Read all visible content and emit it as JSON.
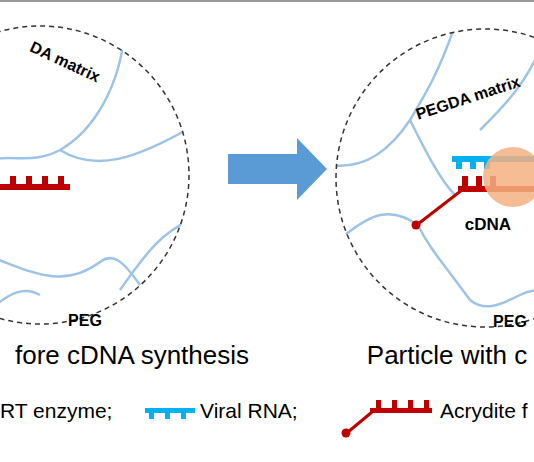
{
  "diagram": {
    "nodes": [
      {
        "text": [
          "DA matrix",
          "PEG",
          "fore cDNA synthesis"
        ]
      },
      {
        "text": [
          "PEGDA matrix",
          "cDNA",
          "PEG",
          "Particle with c"
        ]
      }
    ],
    "edges": [
      {
        "from": 0,
        "to": 1,
        "arrow": "to"
      }
    ],
    "legend": [
      {
        "text": "RT enzyme;"
      },
      {
        "text": "Viral RNA;"
      },
      {
        "text": "Acrydite f"
      }
    ]
  }
}
